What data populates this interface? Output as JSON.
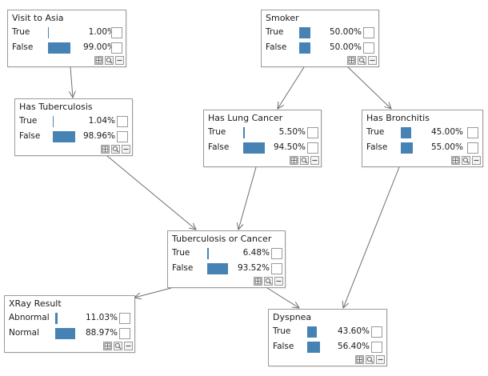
{
  "colors": {
    "bar": "#4682b4",
    "border": "#9a9a9a",
    "edge": "#6f6f6f"
  },
  "toolbar_icons": [
    "grid-icon",
    "zoom-icon",
    "minimize-icon"
  ],
  "nodes": [
    {
      "id": "visit-to-asia",
      "title": "Visit to Asia",
      "states": [
        {
          "label": "True",
          "value": 0.01,
          "text": "1.00%"
        },
        {
          "label": "False",
          "value": 0.99,
          "text": "99.00%"
        }
      ]
    },
    {
      "id": "smoker",
      "title": "Smoker",
      "states": [
        {
          "label": "True",
          "value": 0.5,
          "text": "50.00%"
        },
        {
          "label": "False",
          "value": 0.5,
          "text": "50.00%"
        }
      ]
    },
    {
      "id": "has-tuberculosis",
      "title": "Has Tuberculosis",
      "states": [
        {
          "label": "True",
          "value": 0.0104,
          "text": "1.04%"
        },
        {
          "label": "False",
          "value": 0.9896,
          "text": "98.96%"
        }
      ]
    },
    {
      "id": "has-lung-cancer",
      "title": "Has Lung Cancer",
      "states": [
        {
          "label": "True",
          "value": 0.055,
          "text": "5.50%"
        },
        {
          "label": "False",
          "value": 0.945,
          "text": "94.50%"
        }
      ]
    },
    {
      "id": "has-bronchitis",
      "title": "Has Bronchitis",
      "states": [
        {
          "label": "True",
          "value": 0.45,
          "text": "45.00%"
        },
        {
          "label": "False",
          "value": 0.55,
          "text": "55.00%"
        }
      ]
    },
    {
      "id": "tuberculosis-or-cancer",
      "title": "Tuberculosis or Cancer",
      "states": [
        {
          "label": "True",
          "value": 0.0648,
          "text": "6.48%"
        },
        {
          "label": "False",
          "value": 0.9352,
          "text": "93.52%"
        }
      ]
    },
    {
      "id": "xray-result",
      "title": "XRay Result",
      "states": [
        {
          "label": "Abnormal",
          "value": 0.1103,
          "text": "11.03%"
        },
        {
          "label": "Normal",
          "value": 0.8897,
          "text": "88.97%"
        }
      ]
    },
    {
      "id": "dyspnea",
      "title": "Dyspnea",
      "states": [
        {
          "label": "True",
          "value": 0.436,
          "text": "43.60%"
        },
        {
          "label": "False",
          "value": 0.564,
          "text": "56.40%"
        }
      ]
    }
  ],
  "edges": [
    [
      "visit-to-asia",
      "has-tuberculosis"
    ],
    [
      "smoker",
      "has-lung-cancer"
    ],
    [
      "smoker",
      "has-bronchitis"
    ],
    [
      "has-tuberculosis",
      "tuberculosis-or-cancer"
    ],
    [
      "has-lung-cancer",
      "tuberculosis-or-cancer"
    ],
    [
      "tuberculosis-or-cancer",
      "xray-result"
    ],
    [
      "tuberculosis-or-cancer",
      "dyspnea"
    ],
    [
      "has-bronchitis",
      "dyspnea"
    ]
  ]
}
